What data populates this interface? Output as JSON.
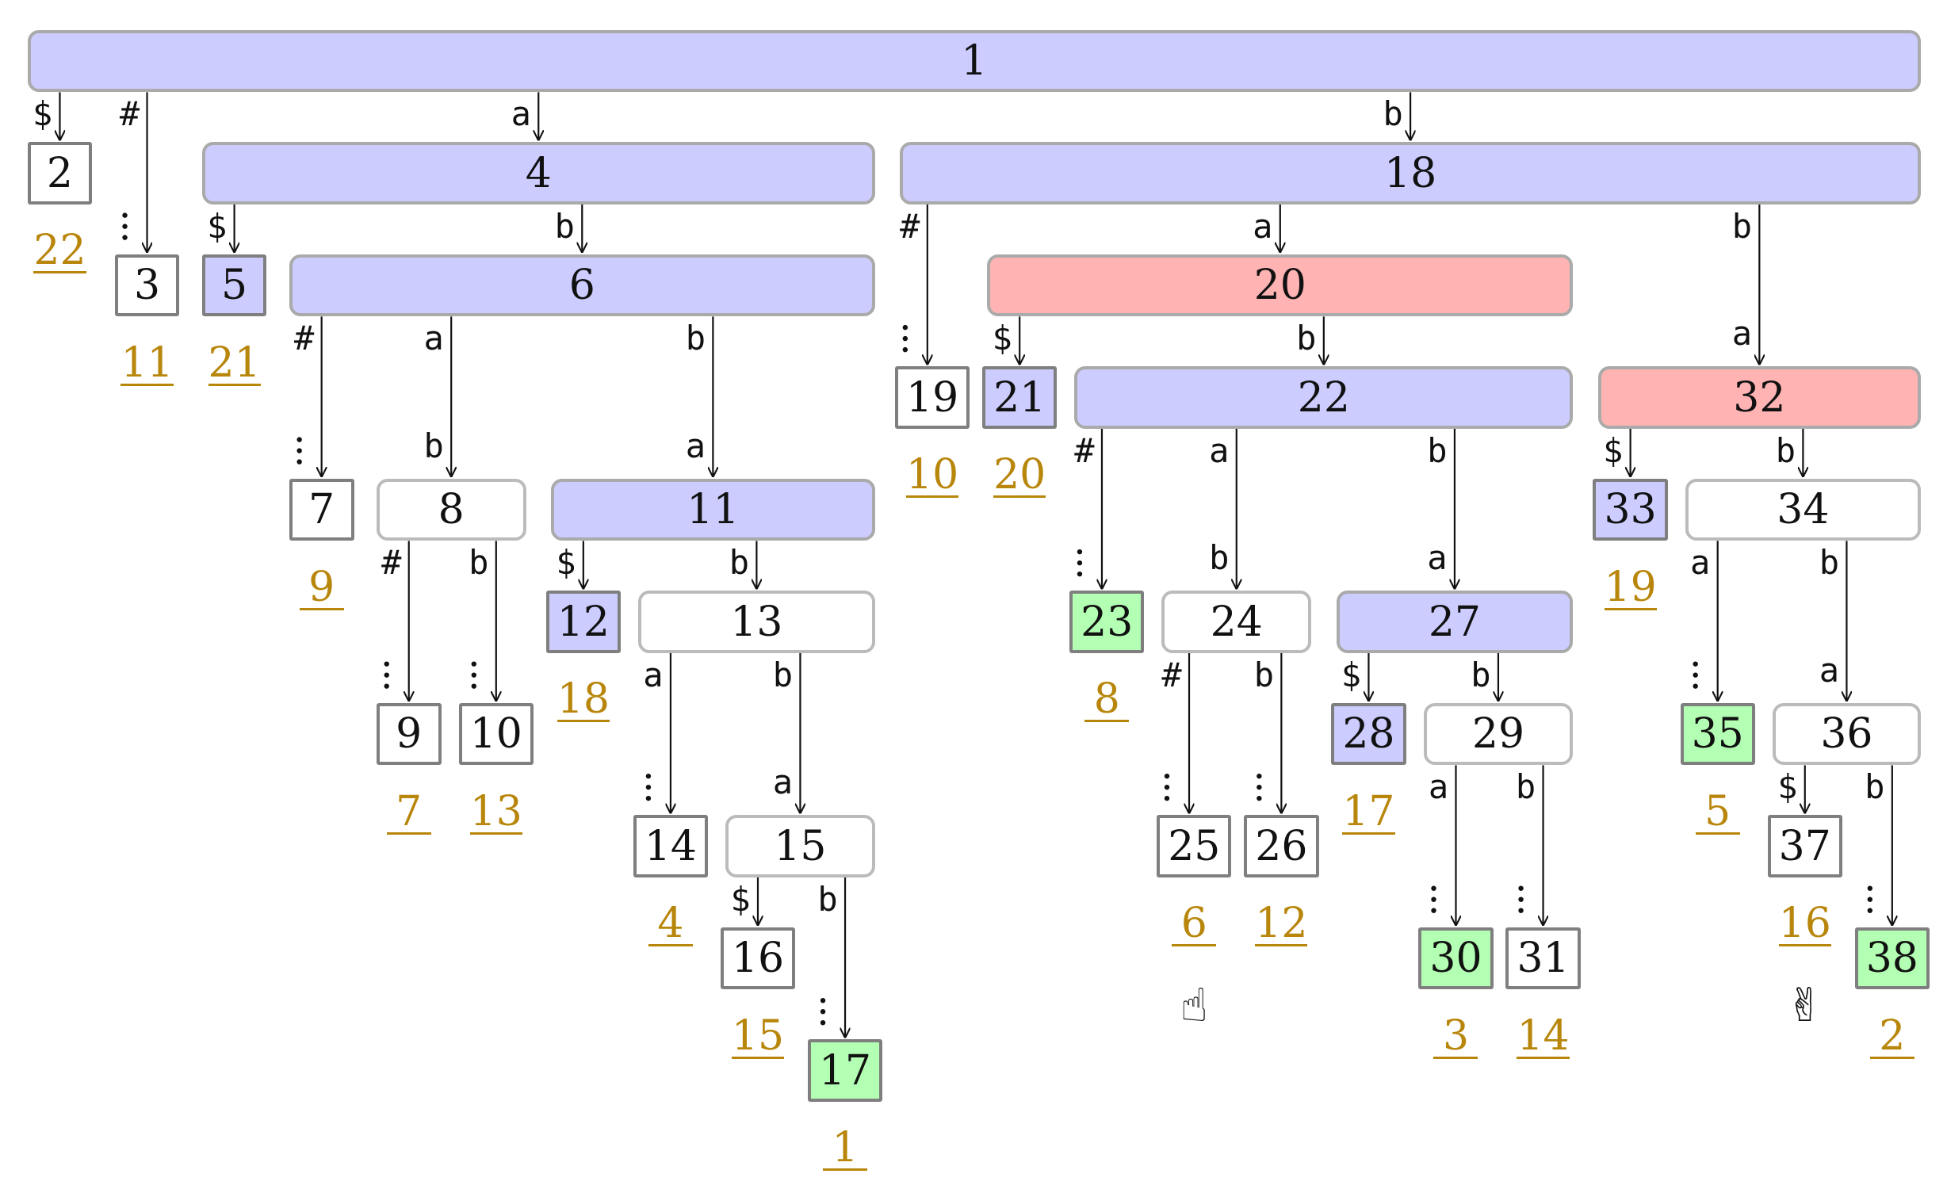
{
  "nodes": [
    {
      "id": 1,
      "label": "1",
      "style": "blue"
    },
    {
      "id": 2,
      "label": "2",
      "style": "leaf"
    },
    {
      "id": 3,
      "label": "3",
      "style": "leaf"
    },
    {
      "id": 4,
      "label": "4",
      "style": "blue"
    },
    {
      "id": 5,
      "label": "5",
      "style": "blueleaf"
    },
    {
      "id": 6,
      "label": "6",
      "style": "blue"
    },
    {
      "id": 7,
      "label": "7",
      "style": "leaf"
    },
    {
      "id": 8,
      "label": "8",
      "style": "plain"
    },
    {
      "id": 9,
      "label": "9",
      "style": "leaf"
    },
    {
      "id": 10,
      "label": "10",
      "style": "leaf"
    },
    {
      "id": 11,
      "label": "11",
      "style": "blue"
    },
    {
      "id": 12,
      "label": "12",
      "style": "blueleaf"
    },
    {
      "id": 13,
      "label": "13",
      "style": "plain"
    },
    {
      "id": 14,
      "label": "14",
      "style": "leaf"
    },
    {
      "id": 15,
      "label": "15",
      "style": "plain"
    },
    {
      "id": 16,
      "label": "16",
      "style": "leaf"
    },
    {
      "id": 17,
      "label": "17",
      "style": "greenleaf"
    },
    {
      "id": 18,
      "label": "18",
      "style": "blue"
    },
    {
      "id": 19,
      "label": "19",
      "style": "leaf"
    },
    {
      "id": 20,
      "label": "20",
      "style": "red"
    },
    {
      "id": 21,
      "label": "21",
      "style": "blueleaf"
    },
    {
      "id": 22,
      "label": "22",
      "style": "blue"
    },
    {
      "id": 23,
      "label": "23",
      "style": "greenleaf"
    },
    {
      "id": 24,
      "label": "24",
      "style": "plain"
    },
    {
      "id": 25,
      "label": "25",
      "style": "leaf"
    },
    {
      "id": 26,
      "label": "26",
      "style": "leaf"
    },
    {
      "id": 27,
      "label": "27",
      "style": "blue"
    },
    {
      "id": 28,
      "label": "28",
      "style": "blueleaf"
    },
    {
      "id": 29,
      "label": "29",
      "style": "plain"
    },
    {
      "id": 30,
      "label": "30",
      "style": "greenleaf"
    },
    {
      "id": 31,
      "label": "31",
      "style": "leaf"
    },
    {
      "id": 32,
      "label": "32",
      "style": "red"
    },
    {
      "id": 33,
      "label": "33",
      "style": "blueleaf"
    },
    {
      "id": 34,
      "label": "34",
      "style": "plain"
    },
    {
      "id": 35,
      "label": "35",
      "style": "greenleaf"
    },
    {
      "id": 36,
      "label": "36",
      "style": "plain"
    },
    {
      "id": 37,
      "label": "37",
      "style": "leaf"
    },
    {
      "id": 38,
      "label": "38",
      "style": "greenleaf"
    }
  ],
  "edges": [
    {
      "from": 1,
      "to": 2,
      "label": "$",
      "dots": false
    },
    {
      "from": 1,
      "to": 3,
      "label": "#",
      "dots": true
    },
    {
      "from": 1,
      "to": 4,
      "label": "a",
      "dots": false
    },
    {
      "from": 1,
      "to": 18,
      "label": "b",
      "dots": false
    },
    {
      "from": 4,
      "to": 5,
      "label": "$",
      "dots": false
    },
    {
      "from": 4,
      "to": 6,
      "label": "b",
      "dots": false
    },
    {
      "from": 6,
      "to": 7,
      "label": "#",
      "dots": true
    },
    {
      "from": 6,
      "to": 8,
      "label": "a",
      "label2": "b",
      "dots": false
    },
    {
      "from": 6,
      "to": 11,
      "label": "b",
      "label2": "a",
      "dots": false
    },
    {
      "from": 8,
      "to": 9,
      "label": "#",
      "dots": true
    },
    {
      "from": 8,
      "to": 10,
      "label": "b",
      "dots": true
    },
    {
      "from": 11,
      "to": 12,
      "label": "$",
      "dots": false
    },
    {
      "from": 11,
      "to": 13,
      "label": "b",
      "dots": false
    },
    {
      "from": 13,
      "to": 14,
      "label": "a",
      "dots": true
    },
    {
      "from": 13,
      "to": 15,
      "label": "b",
      "label2": "a",
      "dots": false
    },
    {
      "from": 15,
      "to": 16,
      "label": "$",
      "dots": false
    },
    {
      "from": 15,
      "to": 17,
      "label": "b",
      "dots": true
    },
    {
      "from": 18,
      "to": 19,
      "label": "#",
      "dots": true
    },
    {
      "from": 18,
      "to": 20,
      "label": "a",
      "dots": false
    },
    {
      "from": 18,
      "to": 32,
      "label": "b",
      "label2": "a",
      "dots": false
    },
    {
      "from": 20,
      "to": 21,
      "label": "$",
      "dots": false
    },
    {
      "from": 20,
      "to": 22,
      "label": "b",
      "dots": false
    },
    {
      "from": 22,
      "to": 23,
      "label": "#",
      "dots": true
    },
    {
      "from": 22,
      "to": 24,
      "label": "a",
      "label2": "b",
      "dots": false
    },
    {
      "from": 22,
      "to": 27,
      "label": "b",
      "label2": "a",
      "dots": false
    },
    {
      "from": 24,
      "to": 25,
      "label": "#",
      "dots": true
    },
    {
      "from": 24,
      "to": 26,
      "label": "b",
      "dots": true
    },
    {
      "from": 27,
      "to": 28,
      "label": "$",
      "dots": false
    },
    {
      "from": 27,
      "to": 29,
      "label": "b",
      "dots": false
    },
    {
      "from": 29,
      "to": 30,
      "label": "a",
      "dots": true
    },
    {
      "from": 29,
      "to": 31,
      "label": "b",
      "dots": true
    },
    {
      "from": 32,
      "to": 33,
      "label": "$",
      "dots": false
    },
    {
      "from": 32,
      "to": 34,
      "label": "b",
      "dots": false
    },
    {
      "from": 34,
      "to": 35,
      "label": "a",
      "dots": true
    },
    {
      "from": 34,
      "to": 36,
      "label": "b",
      "label2": "a",
      "dots": false
    },
    {
      "from": 36,
      "to": 37,
      "label": "$",
      "dots": false
    },
    {
      "from": 36,
      "to": 38,
      "label": "b",
      "dots": true
    }
  ],
  "suffix_numbers": [
    {
      "node": 2,
      "value": "22"
    },
    {
      "node": 3,
      "value": "11"
    },
    {
      "node": 5,
      "value": "21"
    },
    {
      "node": 7,
      "value": "9"
    },
    {
      "node": 9,
      "value": "7"
    },
    {
      "node": 10,
      "value": "13"
    },
    {
      "node": 12,
      "value": "18"
    },
    {
      "node": 14,
      "value": "4"
    },
    {
      "node": 16,
      "value": "15"
    },
    {
      "node": 17,
      "value": "1"
    },
    {
      "node": 19,
      "value": "10"
    },
    {
      "node": 21,
      "value": "20"
    },
    {
      "node": 23,
      "value": "8"
    },
    {
      "node": 25,
      "value": "6"
    },
    {
      "node": 26,
      "value": "12"
    },
    {
      "node": 28,
      "value": "17"
    },
    {
      "node": 30,
      "value": "3"
    },
    {
      "node": 31,
      "value": "14"
    },
    {
      "node": 33,
      "value": "19"
    },
    {
      "node": 35,
      "value": "5"
    },
    {
      "node": 37,
      "value": "16"
    },
    {
      "node": 38,
      "value": "2"
    }
  ],
  "glyphs": [
    {
      "name": "pointing-hand-icon",
      "char": "☝",
      "below_node": 25
    },
    {
      "name": "victory-hand-icon",
      "char": "✌",
      "below_node": 37
    }
  ],
  "colors": {
    "internal_blue": "#ccccff",
    "internal_red": "#ffb3b3",
    "leaf_green": "#b3ffb3",
    "suffix_gold": "#b8860b"
  }
}
